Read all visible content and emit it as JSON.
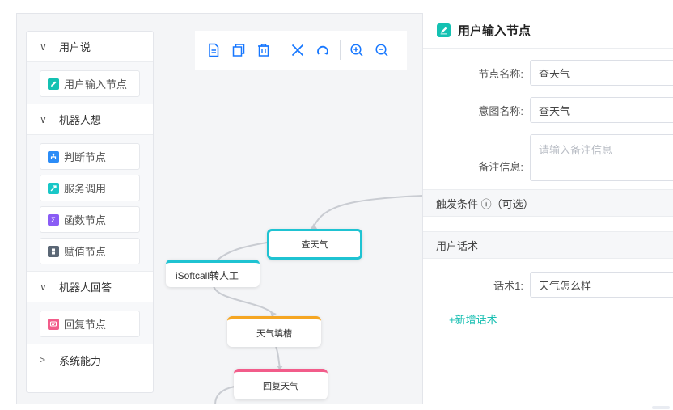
{
  "palette": {
    "sections": [
      {
        "title": "用户说",
        "chevron": "∨",
        "items": [
          {
            "label": "用户输入节点",
            "icon": "edit-icon",
            "color": "#14c1b2"
          }
        ]
      },
      {
        "title": "机器人想",
        "chevron": "∨",
        "items": [
          {
            "label": "判断节点",
            "icon": "branch-icon",
            "color": "#2b8cf7"
          },
          {
            "label": "服务调用",
            "icon": "service-icon",
            "color": "#19c7c7"
          },
          {
            "label": "函数节点",
            "icon": "sigma-icon",
            "color": "#8a5cf5"
          },
          {
            "label": "赋值节点",
            "icon": "assign-icon",
            "color": "#5b6775"
          }
        ]
      },
      {
        "title": "机器人回答",
        "chevron": "∨",
        "items": [
          {
            "label": "回复节点",
            "icon": "reply-icon",
            "color": "#f25c8a"
          }
        ]
      },
      {
        "title": "系统能力",
        "chevron": ">",
        "items": []
      }
    ],
    "sigma_glyph": "Σ"
  },
  "toolbar": {
    "buttons": [
      "copy-doc-icon",
      "duplicate-icon",
      "delete-icon",
      "close-icon",
      "undo-icon",
      "zoom-in-icon",
      "zoom-out-icon"
    ],
    "accent": "#1677ff"
  },
  "canvas": {
    "nodes": [
      {
        "label": "查天气",
        "color": "#1fc3d2",
        "selected": true
      },
      {
        "label": "iSoftcall转人工",
        "color": "#1fc3d2"
      },
      {
        "label": "天气填槽",
        "color": "#f5a623"
      },
      {
        "label": "回复天气",
        "color": "#f25c8a"
      }
    ]
  },
  "panel": {
    "title": "用户输入节点",
    "fields": {
      "node_name_label": "节点名称:",
      "node_name_value": "查天气",
      "intent_name_label": "意图名称:",
      "intent_name_value": "查天气",
      "remark_label": "备注信息:",
      "remark_placeholder": "请输入备注信息"
    },
    "trigger_section": "触发条件 ⓘ（可选）",
    "speech_section": "用户话术",
    "speech_label": "话术1:",
    "speech_value": "天气怎么样",
    "add_speech": "+新增话术",
    "accent": "#18bfb2"
  }
}
